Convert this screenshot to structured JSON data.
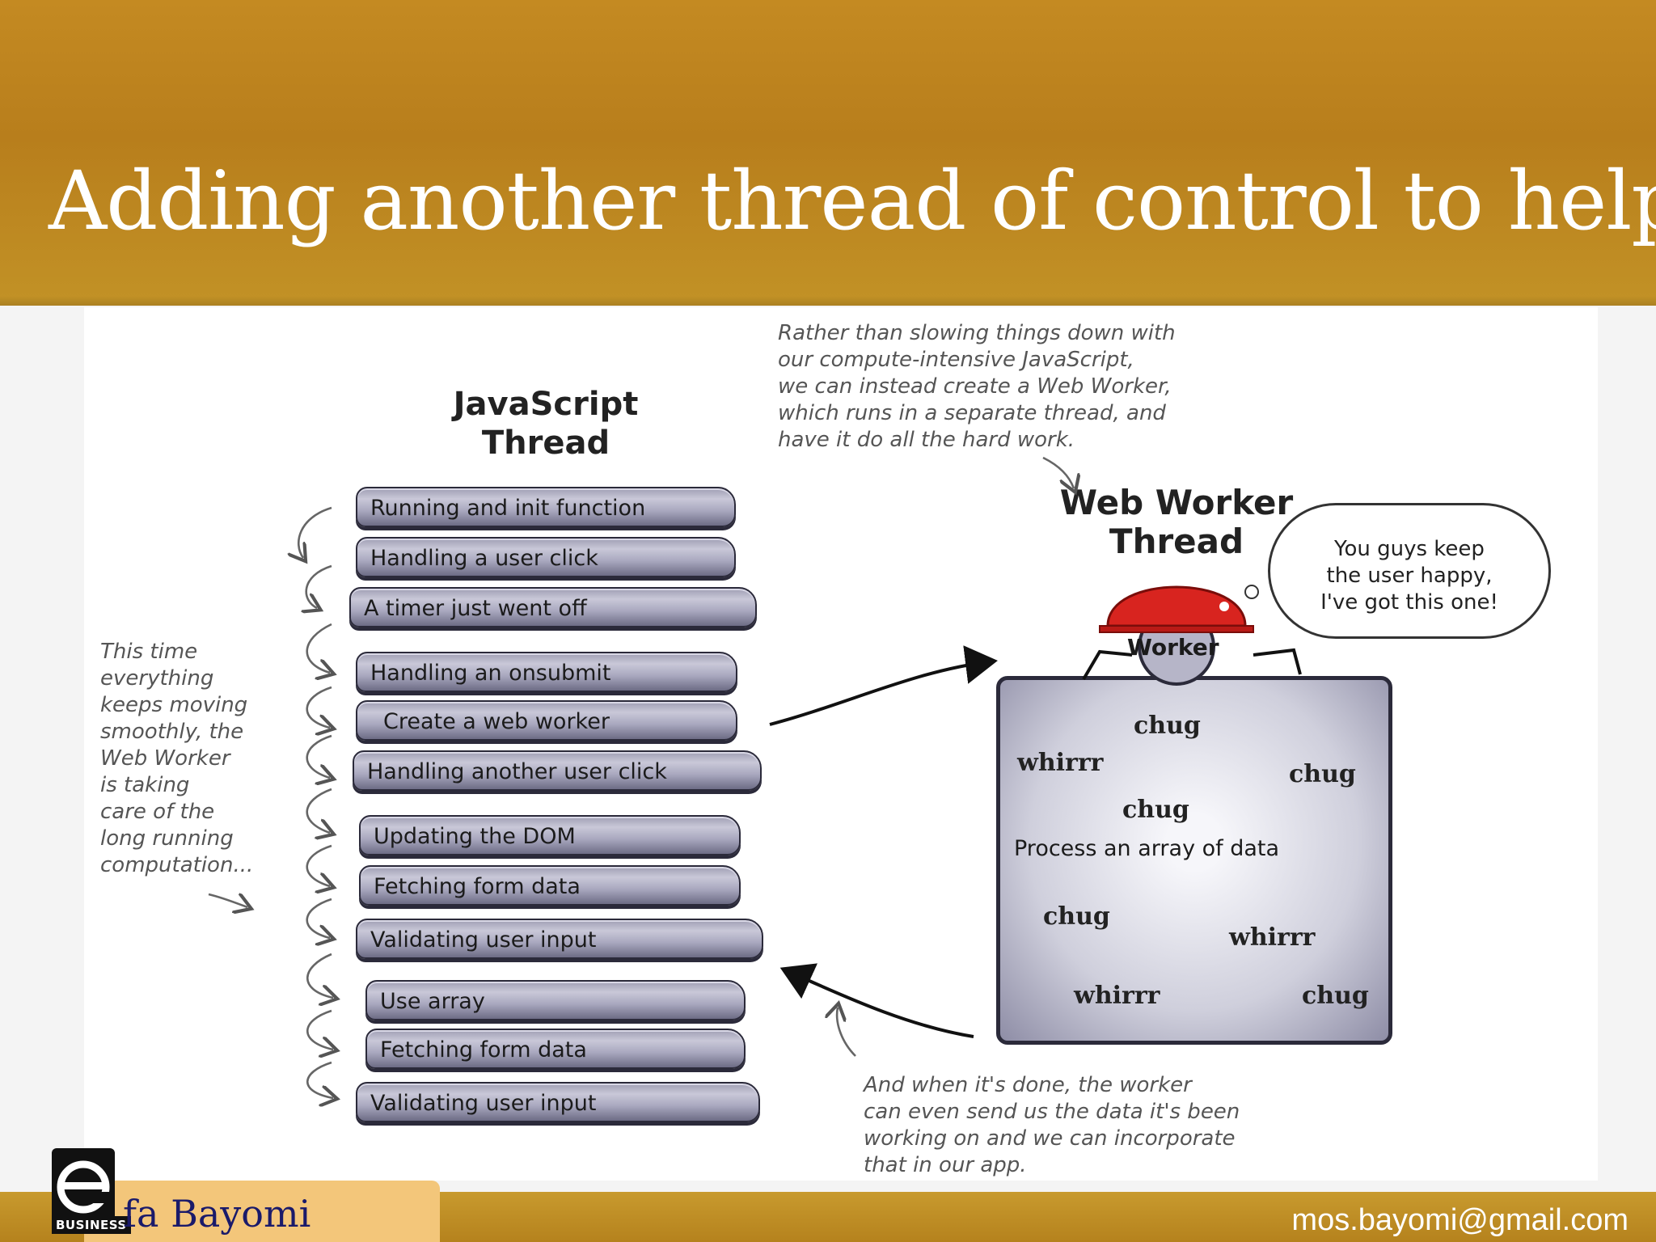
{
  "slide": {
    "title": "Adding another thread of control to help"
  },
  "diagram": {
    "js_header": [
      "JavaScript",
      "Thread"
    ],
    "ww_header": [
      "Web Worker",
      "Thread"
    ],
    "top_note": [
      "Rather than slowing things down with",
      "our compute-intensive JavaScript,",
      "we can instead create a Web Worker,",
      "which runs in a separate thread, and",
      "have it do all the hard work."
    ],
    "left_note": [
      "This time",
      "everything",
      "keeps moving",
      "smoothly, the",
      "Web Worker",
      "is taking",
      "care of the",
      "long running",
      "computation..."
    ],
    "bottom_note": [
      "And when it's done, the worker",
      "can even send us the data it's been",
      "working on and we can incorporate",
      "that in our app."
    ],
    "bubble": [
      "You guys keep",
      "the user happy,",
      "I've got this one!"
    ],
    "worker_label": "Worker",
    "worker_task": "Process an array of data",
    "noises": [
      "chug",
      "whirrr",
      "chug",
      "chug",
      "chug",
      "whirrr",
      "whirrr",
      "chug"
    ],
    "tasks": [
      "Running and init function",
      "Handling a user click",
      "A timer just went off",
      "Handling an onsubmit",
      "Create a web worker",
      "Handling another user click",
      "Updating the DOM",
      "Fetching form data",
      "Validating user input",
      "Use array",
      "Fetching form data",
      "Validating user input"
    ]
  },
  "footer": {
    "name": "fa Bayomi",
    "email": "mos.bayomi@gmail.com",
    "logo_text": "BUSINESS",
    "logo_icon": "e-business-logo-icon"
  }
}
